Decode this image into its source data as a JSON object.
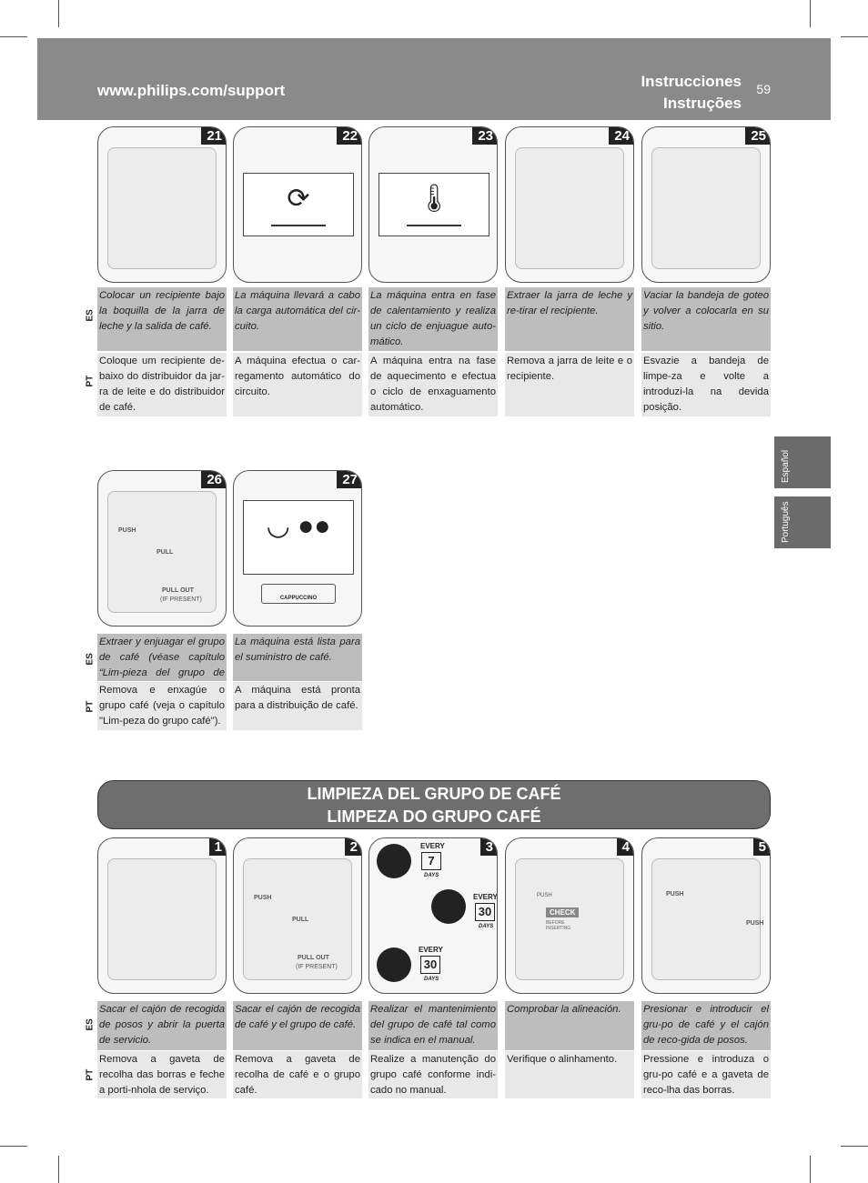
{
  "header": {
    "url": "www.philips.com/support",
    "title_es": "Instrucciones",
    "title_pt": "Instruções",
    "page_number": "59"
  },
  "lang_tabs": [
    "Español",
    "Português"
  ],
  "lang_labels": {
    "es": "ES",
    "pt": "PT"
  },
  "steps_top": [
    {
      "num": "21",
      "es": "Colocar un recipiente bajo la boquilla de la jarra de leche y la salida de café.",
      "pt": "Coloque um recipiente de-baixo do distribuidor da jar-ra de leite e do distribuidor de café."
    },
    {
      "num": "22",
      "es": "La máquina llevará a cabo la carga automática del cir-cuito.",
      "pt": "A máquina efectua o car-regamento automático do circuito."
    },
    {
      "num": "23",
      "es": "La máquina entra en fase de calentamiento y realiza un ciclo de enjuague auto-mático.",
      "pt": "A máquina entra na fase de aquecimento e efectua o ciclo de enxaguamento automático."
    },
    {
      "num": "24",
      "es": "Extraer la jarra de leche y re-tirar el recipiente.",
      "pt": "Remova a jarra de leite e o recipiente."
    },
    {
      "num": "25",
      "es": "Vaciar la bandeja de goteo y volver a colocarla en su sitio.",
      "pt": "Esvazie a bandeja de limpe-za e volte a introduzi-la na devida posição."
    }
  ],
  "steps_mid": [
    {
      "num": "26",
      "es": "Extraer y enjuagar el grupo de café (véase capítulo “Lim-pieza del grupo de café”).",
      "pt": "Remova e enxagúe o grupo café (veja o capítulo \"Lim-peza do grupo café\")."
    },
    {
      "num": "27",
      "es": "La máquina está lista para el suministro de café.",
      "pt": "A máquina está pronta para a distribuição de café."
    }
  ],
  "panel26_labels": {
    "push": "PUSH",
    "pull": "PULL",
    "pull_out": "PULL OUT",
    "if_present": "(IF PRESENT)"
  },
  "panel27_label": "CAPPUCCINO",
  "section_banner": {
    "es": "LIMPIEZA DEL GRUPO DE CAFÉ",
    "pt": "LIMPEZA DO GRUPO CAFÉ"
  },
  "cleaning_steps": [
    {
      "num": "1",
      "es": "Sacar el cajón de recogida de posos y abrir la puerta de servicio.",
      "pt": "Remova a gaveta de recolha das borras e feche a porti-nhola de serviço."
    },
    {
      "num": "2",
      "es": "Sacar el cajón de recogida de café y el grupo de café.",
      "pt": "Remova a gaveta de recolha de café e o grupo café."
    },
    {
      "num": "3",
      "es": "Realizar el mantenimiento del grupo de café tal como se indica en el manual.",
      "pt": "Realize a manutenção do grupo café conforme indi-cado no manual."
    },
    {
      "num": "4",
      "es": "Comprobar la alineación.",
      "pt": "Verifique o alinhamento."
    },
    {
      "num": "5",
      "es": "Presionar e introducir el gru-po de café y el cajón de reco-gida de posos.",
      "pt": "Pressione e introduza o gru-po café e a gaveta de reco-lha das borras."
    }
  ],
  "panel3_labels": {
    "every": "EVERY",
    "days": "DAYS",
    "n7": "7",
    "n30a": "30",
    "n30b": "30"
  },
  "panel4_labels": {
    "check": "CHECK",
    "before": "BEFORE INSERTING",
    "push": "PUSH"
  }
}
